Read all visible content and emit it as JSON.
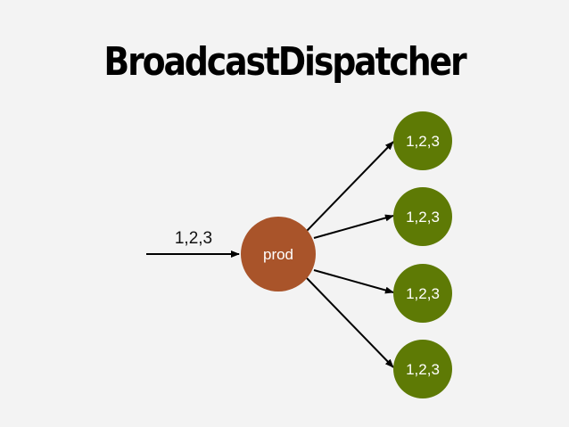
{
  "slide": {
    "title": "BroadcastDispatcher"
  },
  "diagram": {
    "input_label": "1,2,3",
    "producer": {
      "label": "prod",
      "color": "#a9542a"
    },
    "consumers": [
      {
        "label": "1,2,3"
      },
      {
        "label": "1,2,3"
      },
      {
        "label": "1,2,3"
      },
      {
        "label": "1,2,3"
      }
    ],
    "consumer_color": "#5e7a05",
    "edge_color": "#000000"
  }
}
